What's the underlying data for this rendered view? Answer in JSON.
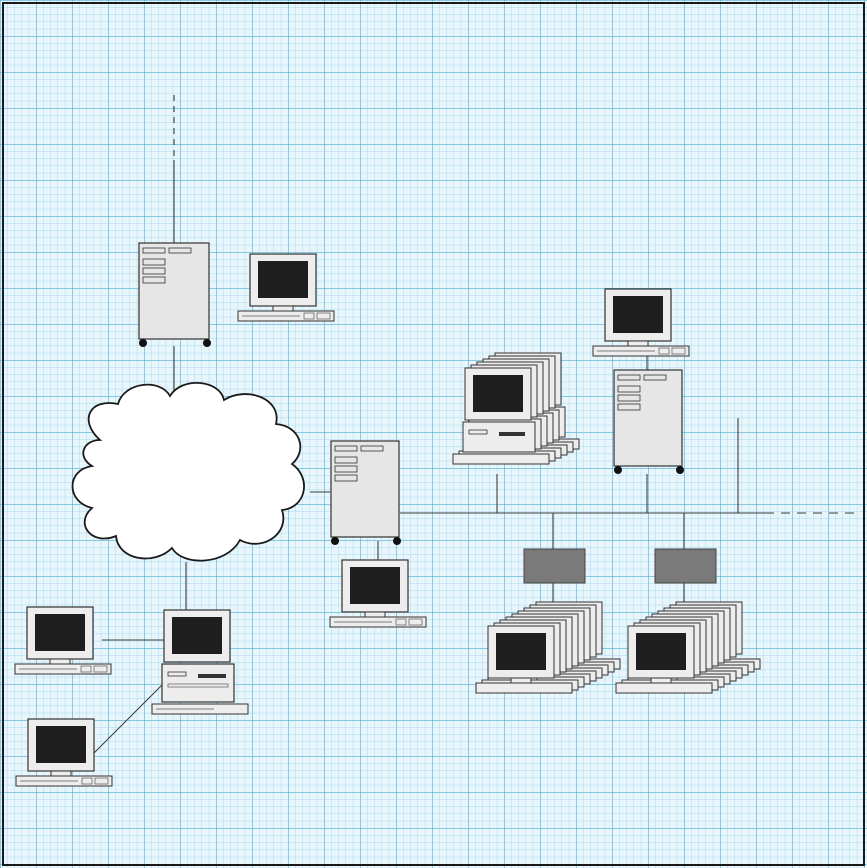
{
  "diagram": {
    "kind": "network-topology",
    "paper": {
      "background": "#e8f6fb",
      "grid_minor": "#7fcbe6",
      "grid_major": "#3fa6d3",
      "frame": "#1a1a1a"
    },
    "colors": {
      "line": "#3c3c3c",
      "device_fill": "#ededed",
      "server_fill": "#e6e6e6",
      "screen": "#1e1e1e",
      "hub": "#7a7a7a",
      "cloud": "#ffffff"
    },
    "nodes": [
      {
        "id": "cloud",
        "icon": "cloud-icon"
      },
      {
        "id": "server-top",
        "icon": "tower-server-icon"
      },
      {
        "id": "ws-top",
        "icon": "workstation-icon"
      },
      {
        "id": "server-center",
        "icon": "tower-server-icon"
      },
      {
        "id": "ws-center",
        "icon": "workstation-icon"
      },
      {
        "id": "cluster-top",
        "icon": "workstation-stack-icon"
      },
      {
        "id": "ws-top-right",
        "icon": "workstation-icon"
      },
      {
        "id": "server-right",
        "icon": "tower-server-icon"
      },
      {
        "id": "hub-left",
        "icon": "hub-icon"
      },
      {
        "id": "hub-right",
        "icon": "hub-icon"
      },
      {
        "id": "cluster-bottom-left",
        "icon": "workstation-stack-icon"
      },
      {
        "id": "cluster-bottom-right",
        "icon": "workstation-stack-icon"
      },
      {
        "id": "desktop-main",
        "icon": "desktop-computer-icon"
      },
      {
        "id": "ws-left-upper",
        "icon": "workstation-icon"
      },
      {
        "id": "ws-left-lower",
        "icon": "workstation-icon"
      }
    ]
  }
}
